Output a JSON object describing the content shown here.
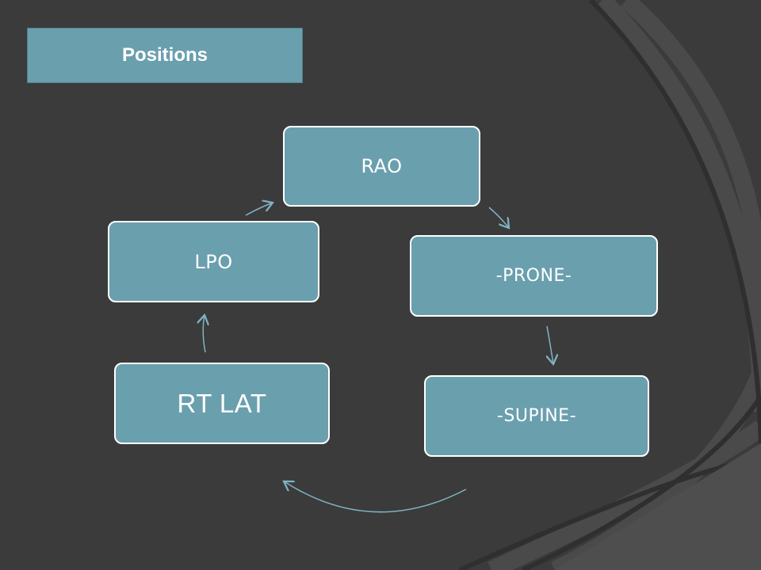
{
  "title": "Positions",
  "cycle": {
    "nodes": [
      {
        "label": "RAO"
      },
      {
        "label": "-PRONE-"
      },
      {
        "label": "-SUPINE-"
      },
      {
        "label": "RT LAT"
      },
      {
        "label": "LPO"
      }
    ]
  },
  "colors": {
    "background": "#3b3b3b",
    "node_fill": "#6a9fae",
    "node_border": "#ffffff",
    "arrow": "#7fb3c4"
  }
}
